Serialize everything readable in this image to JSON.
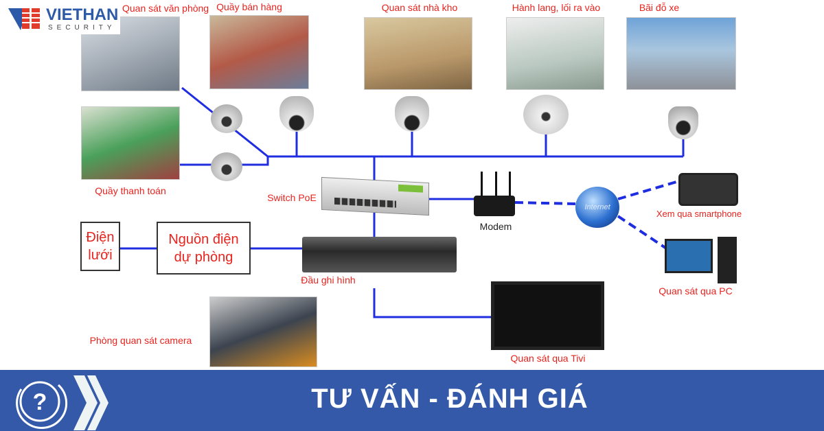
{
  "logo": {
    "brand": "VIETHAN",
    "sub": "SECURITY"
  },
  "labels": {
    "office": "Quan sát văn phòng",
    "counter": "Quầy bán hàng",
    "warehouse": "Quan sát nhà kho",
    "hallway": "Hành lang, lối ra vào",
    "parking": "Bãi đỗ xe",
    "checkout": "Quầy thanh toán",
    "switch": "Switch PoE",
    "modem": "Modem",
    "internet": "Internet",
    "smartphone": "Xem qua smartphone",
    "pc": "Quan sát qua PC",
    "nvr": "Đầu ghi hình",
    "control_room": "Phòng quan sát camera",
    "tv": "Quan sát qua Tivi",
    "grid_power_1": "Điện",
    "grid_power_2": "lưới",
    "backup_power_1": "Nguồn điện",
    "backup_power_2": "dự phòng"
  },
  "banner": {
    "title": "TƯ VẤN - ĐÁNH GIÁ",
    "icon": "question-circle-icon"
  },
  "colors": {
    "line": "#1f2de0",
    "label": "#e8231e",
    "banner": "#3459a8"
  }
}
